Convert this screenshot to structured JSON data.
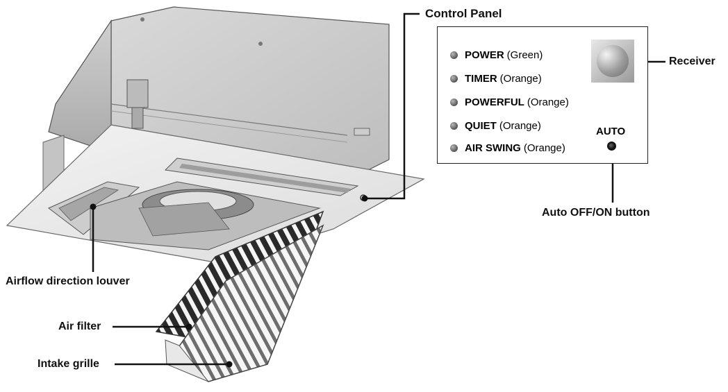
{
  "control_panel": {
    "title": "Control Panel",
    "indicators": [
      {
        "name": "POWER",
        "color": "(Green)"
      },
      {
        "name": "TIMER",
        "color": "(Orange)"
      },
      {
        "name": "POWERFUL",
        "color": "(Orange)"
      },
      {
        "name": "QUIET",
        "color": "(Orange)"
      },
      {
        "name": "AIR SWING",
        "color": "(Orange)"
      }
    ],
    "receiver_label": "Receiver",
    "auto_label": "AUTO",
    "auto_button_label": "Auto OFF/ON button"
  },
  "unit_labels": {
    "louver": "Airflow direction louver",
    "filter": "Air filter",
    "grille": "Intake grille"
  },
  "colors": {
    "line": "#111111",
    "panel_border": "#222222",
    "housing_light": "#e6e6e6",
    "housing_dark": "#b5b5b5"
  }
}
